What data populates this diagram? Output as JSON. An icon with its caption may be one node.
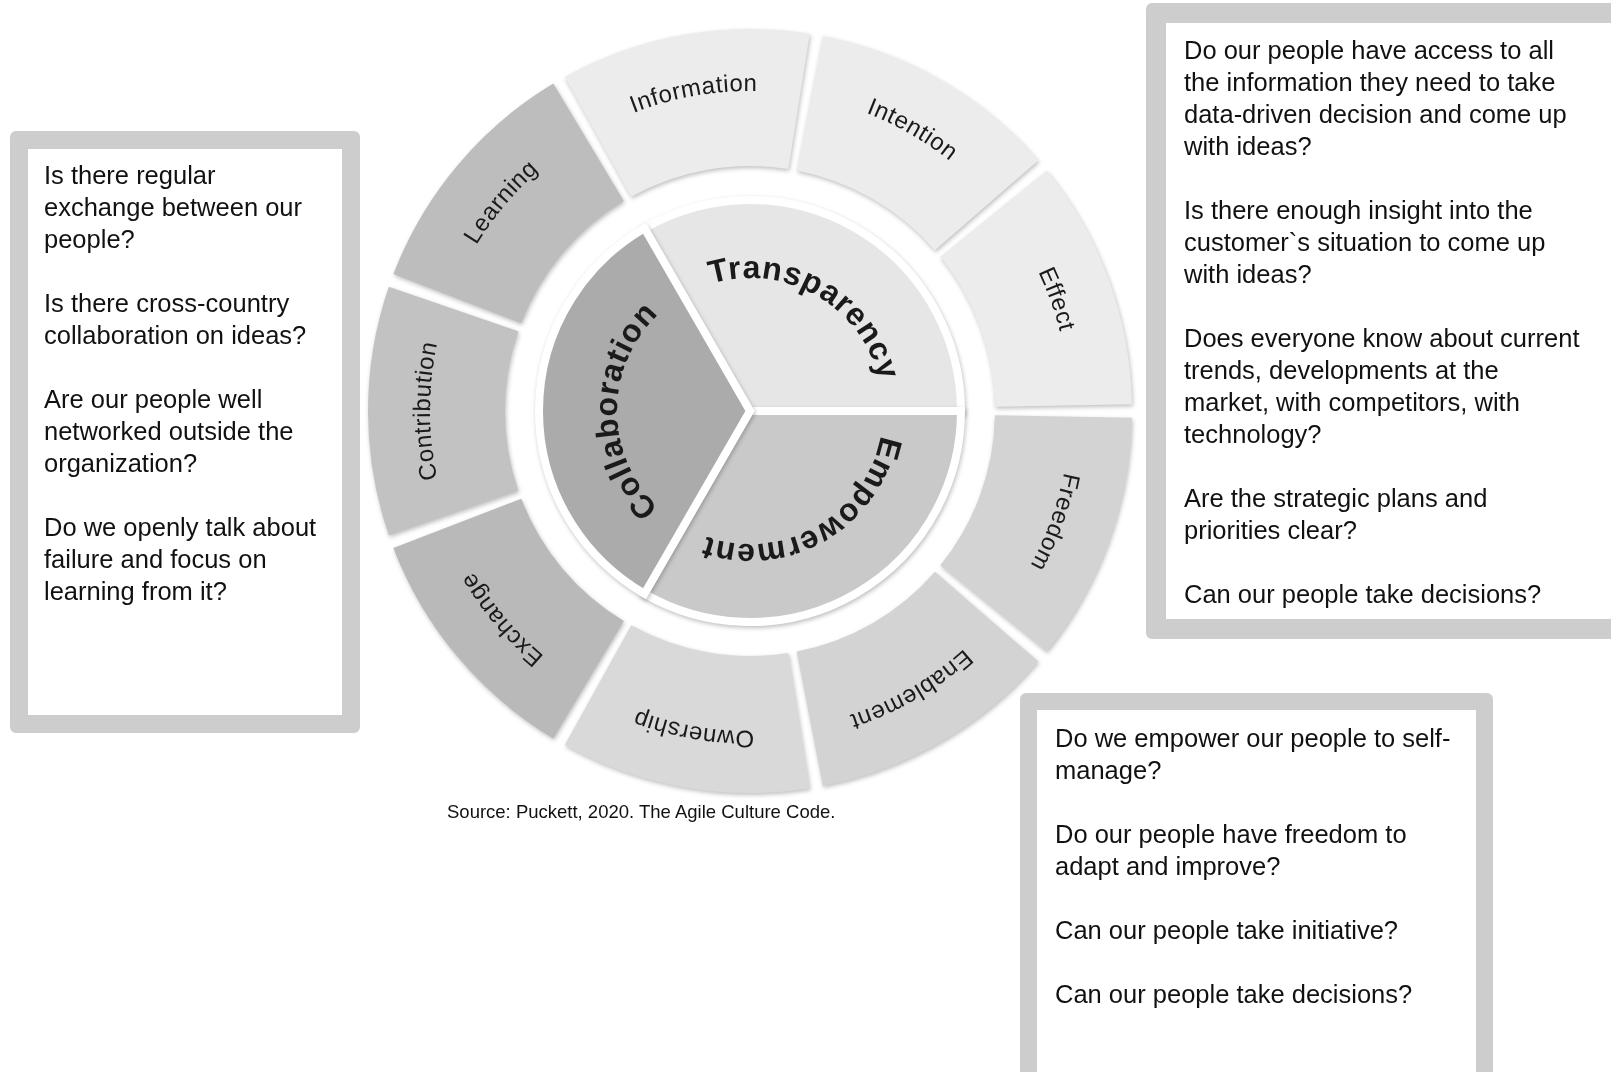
{
  "diagram": {
    "caption": "Source: Puckett, 2020. The Agile Culture Code.",
    "nodes": [
      {
        "text": [
          "Is there regular exchange between our people?",
          "Is there cross-country collaboration on ideas?",
          "Are our people well networked outside the organization?",
          "Do we openly talk about failure and focus on learning from it?"
        ]
      },
      {
        "text": [
          "Information"
        ]
      },
      {
        "text": [
          "Intention"
        ]
      },
      {
        "text": [
          "Effect"
        ]
      },
      {
        "text": [
          "Freedom"
        ]
      },
      {
        "text": [
          "Enablement"
        ]
      },
      {
        "text": [
          "Ownership"
        ]
      },
      {
        "text": [
          "Exchange"
        ]
      },
      {
        "text": [
          "Contribution"
        ]
      },
      {
        "text": [
          "Learning"
        ]
      },
      {
        "text": [
          "Transparency"
        ]
      },
      {
        "text": [
          "Empowerment"
        ]
      },
      {
        "text": [
          "Collaboration"
        ]
      },
      {
        "text": [
          "Do our people have access to all the information they need to take data-driven decision and come up with ideas?",
          "Is there enough insight into the customer`s situation to come up with ideas?",
          "Does everyone know about current trends, developments at the market, with competitors, with technology?",
          "Are the strategic plans and priorities clear?",
          "Can our people take decisions?"
        ]
      },
      {
        "text": [
          "Do we empower our people to self-manage?",
          "Do our people have freedom to adapt and improve?",
          "Can our people take initiative?",
          "Can our people take decisions?"
        ]
      }
    ]
  }
}
